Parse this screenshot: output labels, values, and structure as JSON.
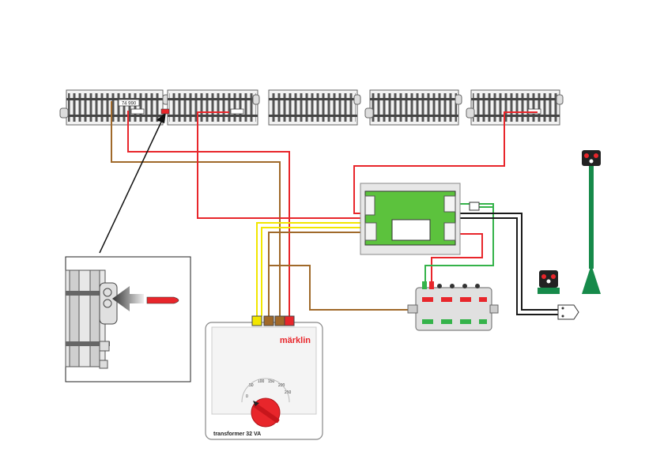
{
  "track": {
    "segment_label": "74 990"
  },
  "transformer": {
    "brand": "märklin",
    "model": "transformer 32 VA",
    "dial_ticks": [
      "0",
      "50",
      "100",
      "150",
      "200",
      "250"
    ]
  },
  "colors": {
    "red_wire": "#e8262b",
    "brown_wire": "#a0692a",
    "yellow_wire": "#f2e600",
    "green_wire": "#35b34a",
    "black_wire": "#1a1a1a",
    "decoder_board": "#5cc23d",
    "signal_mast": "#168a4a",
    "knob": "#e8262b"
  },
  "icons": {
    "plug": "red-plug-icon",
    "arrow": "insert-arrow-icon"
  }
}
